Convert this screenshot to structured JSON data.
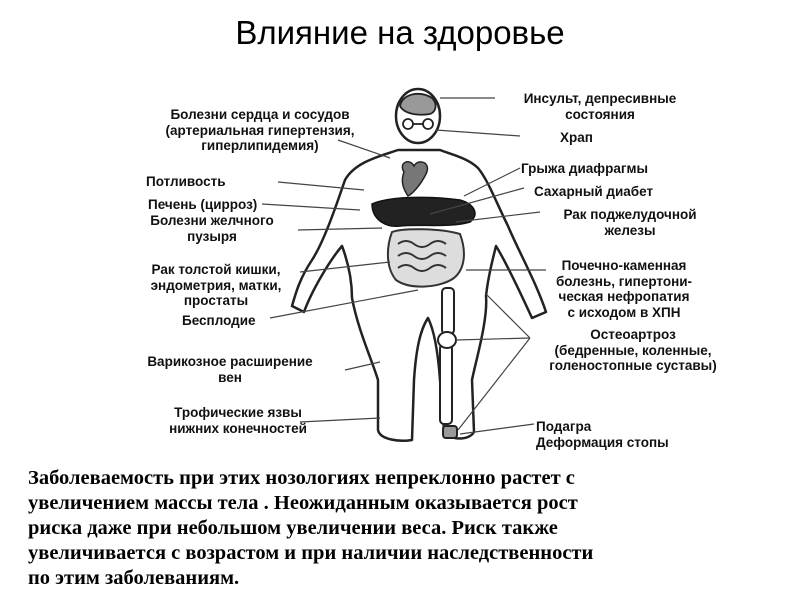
{
  "title": "Влияние на здоровье",
  "labels": {
    "heart": "Болезни сердца и сосудов\n(артериальная гипертензия,\nгиперлипидемия)",
    "sweat": "Потливость",
    "liver": "Печень (цирроз)",
    "gallbladder": "Болезни желчного\nпузыря",
    "colon": "Рак толстой кишки,\nэндометрия, матки,\nпростаты",
    "infertility": "Бесплодие",
    "varicose": "Варикозное расширение\nвен",
    "ulcers": "Трофические язвы\nнижних конечностей",
    "stroke": "Инсульт, депресивные\nсостояния",
    "snoring": "Храп",
    "hernia": "Грыжа диафрагмы",
    "diabetes": "Сахарный диабет",
    "pancreas": "Рак поджелудочной\nжелезы",
    "kidney": "Почечно-каменная\nболезнь, гипертони-\nческая нефропатия\nс исходом в ХПН",
    "osteo": "Остеоартроз\n(бедренные, коленные,\nголеностопные суставы)",
    "gout": "Подагра\nДеформация стопы"
  },
  "caption": "Заболеваемость при этих нозологиях непреклонно растет с\nувеличением массы тела . Неожиданным оказывается рост\nриска даже при небольшом увеличении веса. Риск также\nувеличивается с возрастом и при наличии наследственности\nпо этим заболеваниям."
}
